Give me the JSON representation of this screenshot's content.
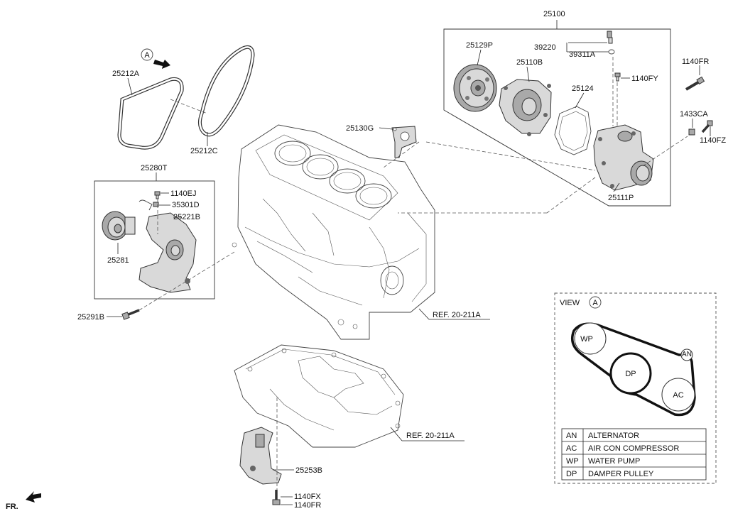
{
  "callouts": {
    "assembly": "25100",
    "wp_pulley": "25129P",
    "wp_body": "25110B",
    "sensor": "39220",
    "sensor_seal": "39311A",
    "gasket": "25124",
    "housing_bolt": "1140FY",
    "bolt_top_right": "1140FR",
    "nut": "1433CA",
    "bolt_fz": "1140FZ",
    "housing": "25111P",
    "belt_a": "25212A",
    "belt_c": "25212C",
    "pipe_gasket": "25130G",
    "tensioner_assy": "25280T",
    "tensioner_bolt_small": "1140EJ",
    "tensioner_clip": "35301D",
    "tensioner_bracket": "25221B",
    "idler": "25281",
    "tensioner_bolt": "25291B",
    "ref_block": "REF. 20-211A",
    "ref_pan": "REF. 20-211A",
    "bracket_low": "25253B",
    "bolt_low_1": "1140FX",
    "bolt_low_2": "1140FR",
    "view_marker": "A",
    "front": "FR."
  },
  "view_a": {
    "title": "VIEW",
    "marker": "A",
    "pulleys": [
      "WP",
      "DP",
      "AN",
      "AC"
    ],
    "legend": [
      {
        "code": "AN",
        "name": "ALTERNATOR"
      },
      {
        "code": "AC",
        "name": "AIR CON COMPRESSOR"
      },
      {
        "code": "WP",
        "name": "WATER PUMP"
      },
      {
        "code": "DP",
        "name": "DAMPER PULLEY"
      }
    ]
  }
}
